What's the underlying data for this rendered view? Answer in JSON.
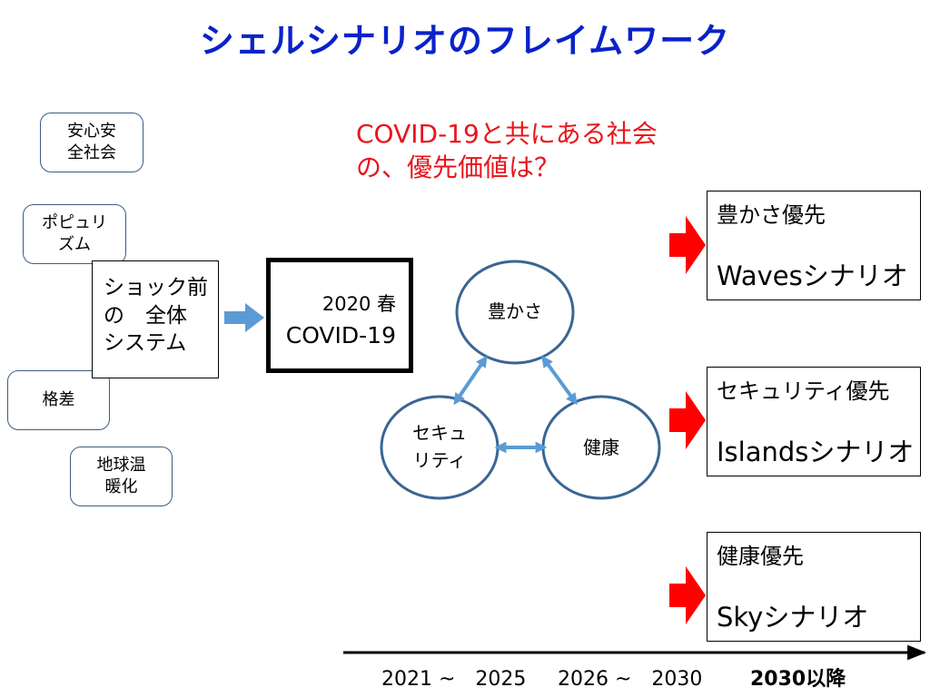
{
  "title": "シェルシナリオのフレイムワーク",
  "drivers": [
    {
      "label": "安心安\n全社会"
    },
    {
      "label": "ポピュリ\nズム"
    },
    {
      "label": "格差"
    },
    {
      "label": "地球温\n暖化"
    }
  ],
  "shock_system": "ショック前\nの　全体\nシステム",
  "covid": {
    "line1": "2020 春",
    "line2": "COVID-19"
  },
  "question": {
    "line1": "COVID-19と共にある社会",
    "line2": "の、優先価値は？"
  },
  "values_triangle": {
    "top": "豊かさ",
    "left": "セキュ\nリティ",
    "right": "健康"
  },
  "scenarios": [
    {
      "priority": "豊かさ優先",
      "name": "Wavesシナリオ"
    },
    {
      "priority": "セキュリティ優先",
      "name": "Islandsシナリオ"
    },
    {
      "priority": "健康優先",
      "name": "Skyシナリオ"
    }
  ],
  "timeline": [
    {
      "label": "2021 ~　2025"
    },
    {
      "label": "2026 ~　2030"
    },
    {
      "label": "2030以降"
    }
  ],
  "colors": {
    "title": "#0a22c8",
    "question": "#e8151b",
    "arrow_blue": "#5b9bd5",
    "arrow_red": "#ff0000",
    "circle_border": "#3a6593"
  }
}
